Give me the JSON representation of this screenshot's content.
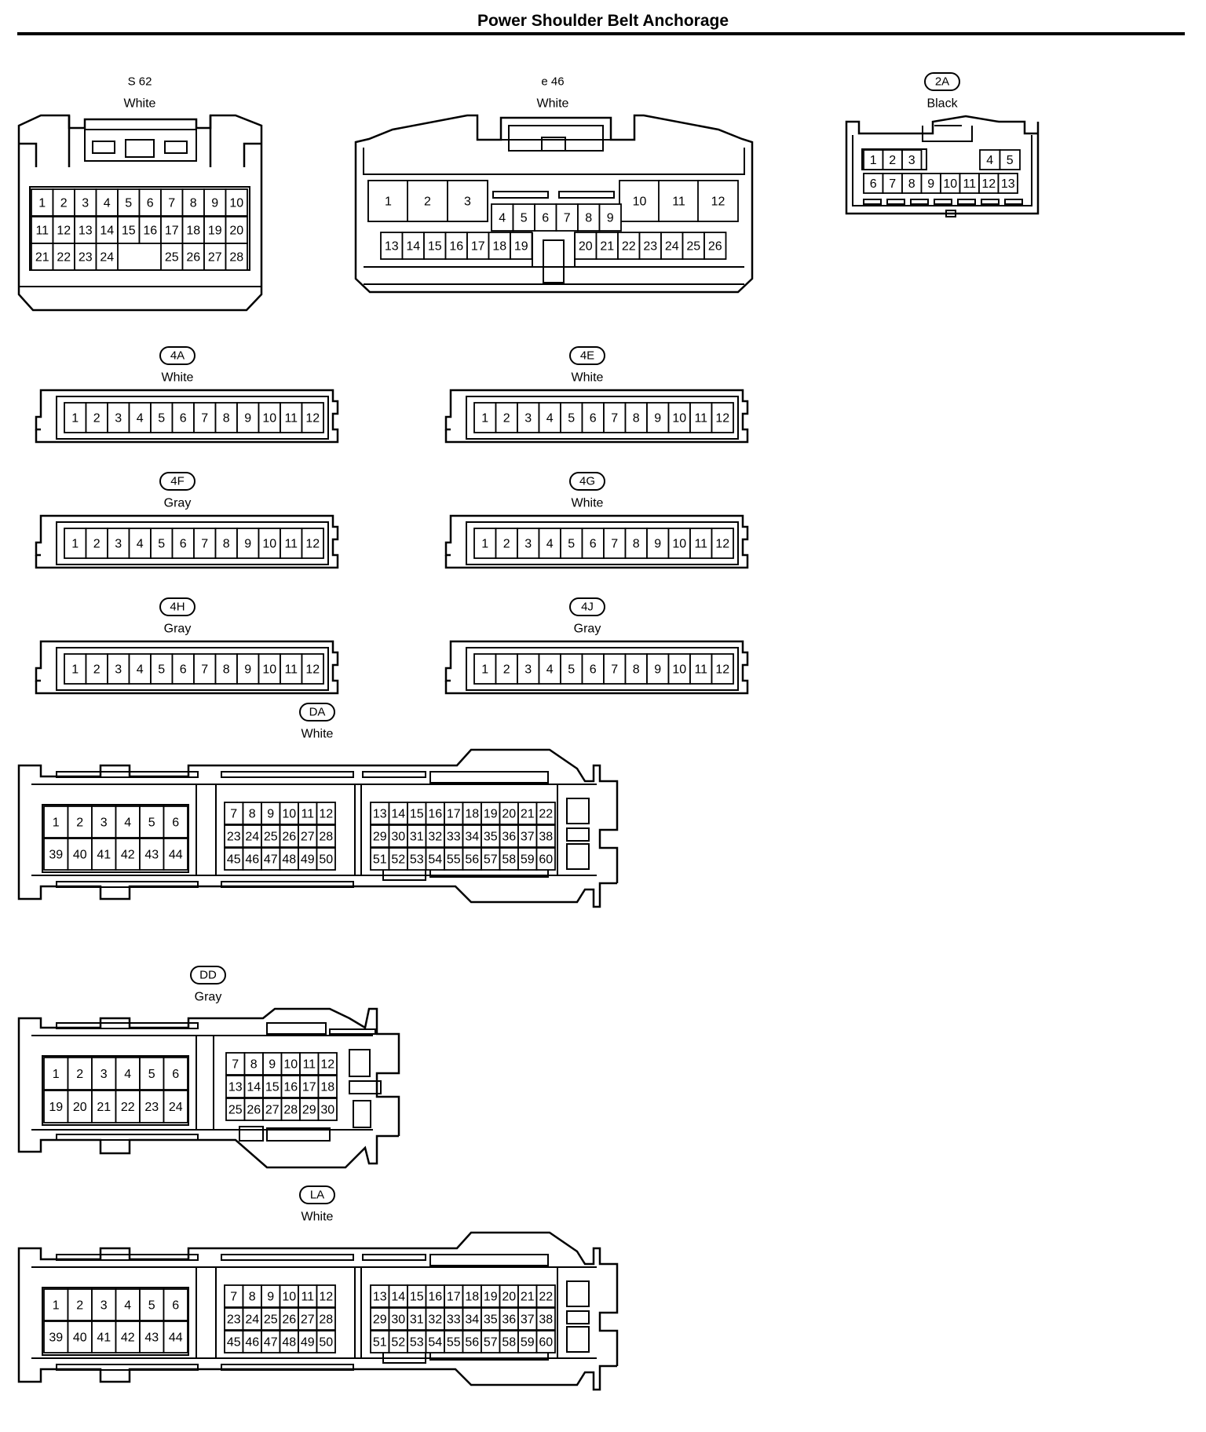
{
  "title": "Power Shoulder Belt Anchorage",
  "connectors": [
    {
      "code": "S 62",
      "color": "White",
      "badge": false,
      "pins": 28
    },
    {
      "code": "e 46",
      "color": "White",
      "badge": false,
      "pins": 26
    },
    {
      "code": "2A",
      "color": "Black",
      "badge": true,
      "pins": 13
    },
    {
      "code": "4A",
      "color": "White",
      "badge": true,
      "pins": 12
    },
    {
      "code": "4E",
      "color": "White",
      "badge": true,
      "pins": 12
    },
    {
      "code": "4F",
      "color": "Gray",
      "badge": true,
      "pins": 12
    },
    {
      "code": "4G",
      "color": "White",
      "badge": true,
      "pins": 12
    },
    {
      "code": "4H",
      "color": "Gray",
      "badge": true,
      "pins": 12
    },
    {
      "code": "4J",
      "color": "Gray",
      "badge": true,
      "pins": 12
    },
    {
      "code": "DA",
      "color": "White",
      "badge": true,
      "pins": 60
    },
    {
      "code": "DD",
      "color": "Gray",
      "badge": true,
      "pins": 30
    },
    {
      "code": "LA",
      "color": "White",
      "badge": true,
      "pins": 60
    }
  ]
}
